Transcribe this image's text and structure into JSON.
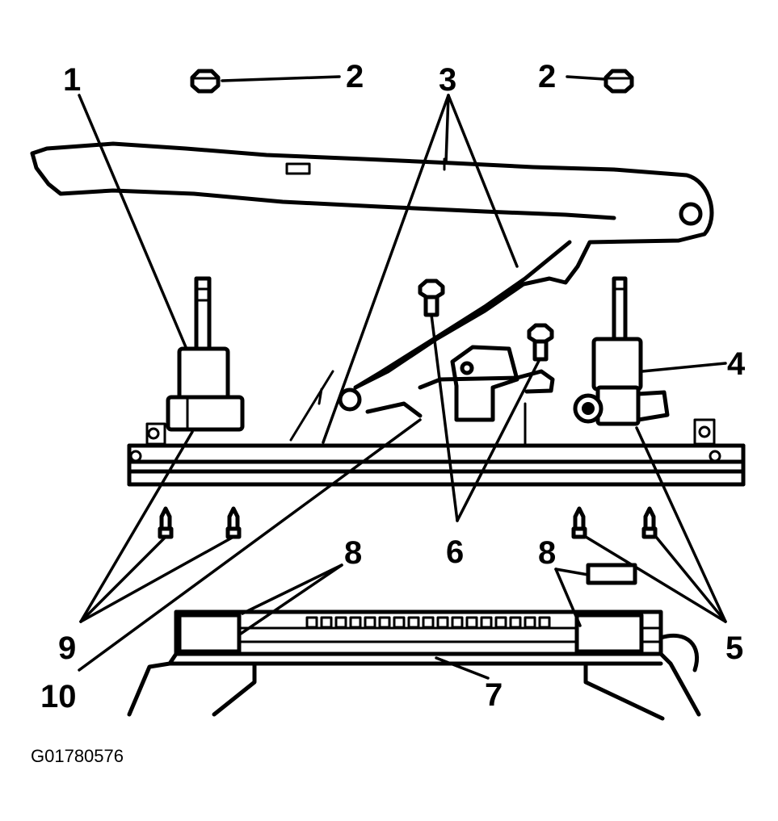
{
  "figure_id": "G01780576",
  "callouts": {
    "c1": "1",
    "c2a": "2",
    "c2b": "2",
    "c3": "3",
    "c4": "4",
    "c5": "5",
    "c6": "6",
    "c7": "7",
    "c8a": "8",
    "c8b": "8",
    "c9": "9",
    "c10": "10"
  }
}
